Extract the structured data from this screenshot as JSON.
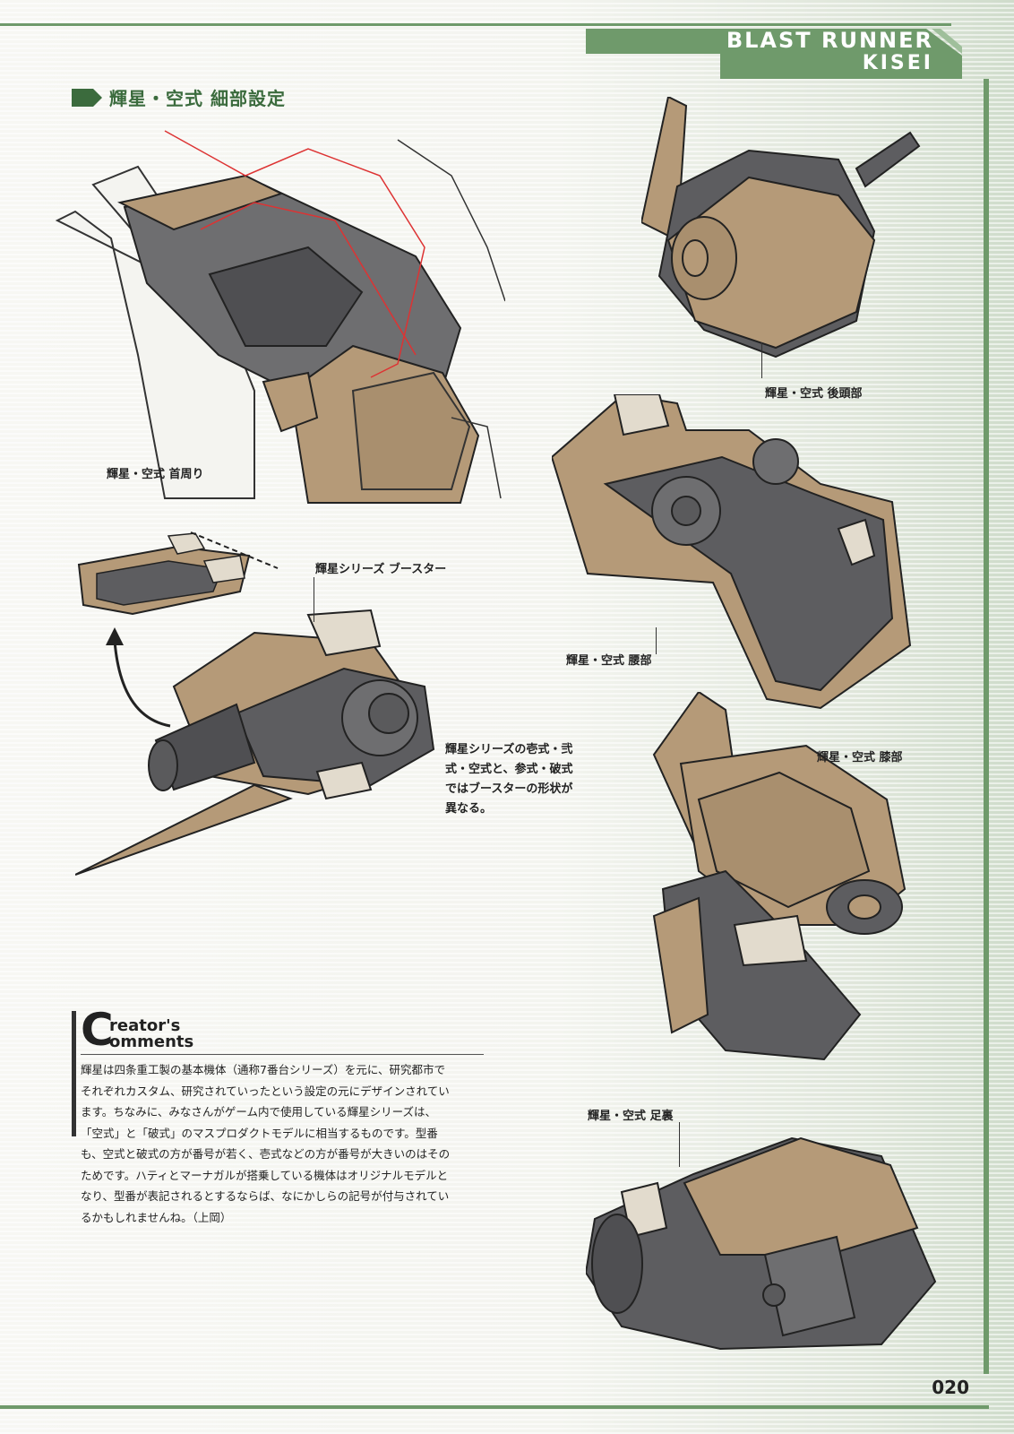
{
  "header": {
    "title": "BLAST RUNNER",
    "subtitle": "KISEI",
    "accent_color": "#6f9a6b"
  },
  "section": {
    "title": "輝星・空式 細部設定",
    "icon": "arrow-right-icon"
  },
  "labels": {
    "neck": "輝星・空式 首周り",
    "booster": "輝星シリーズ ブースター",
    "head_rear": "輝星・空式 後頭部",
    "waist": "輝星・空式 腰部",
    "knee": "輝星・空式 膝部",
    "sole": "輝星・空式 足裏"
  },
  "booster_caption": {
    "line1": "輝星シリーズの壱式・弐",
    "line2": "式・空式と、参式・破式",
    "line3": "ではブースターの形状が",
    "line4": "異なる。"
  },
  "creator": {
    "initial": "C",
    "word1": "reator's",
    "word2": "omments",
    "lines": [
      "輝星は四条重工製の基本機体（通称7番台シリーズ）を元に、研究都市で",
      "それぞれカスタム、研究されていったという設定の元にデザインされてい",
      "ます。ちなみに、みなさんがゲーム内で使用している輝星シリーズは、",
      "「空式」と「破式」のマスプロダクトモデルに相当するものです。型番",
      "も、空式と破式の方が番号が若く、壱式などの方が番号が大きいのはその",
      "ためです。ハティとマーナガルが搭乗している機体はオリジナルモデルと",
      "なり、型番が表記されるとするならば、なにかしらの記号が付与されてい",
      "るかもしれませんね。（上岡）"
    ]
  },
  "page_number": "020"
}
